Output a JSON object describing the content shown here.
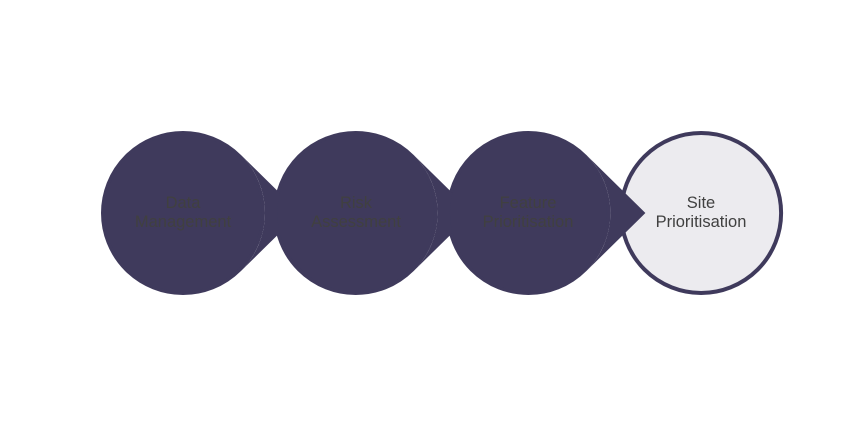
{
  "diagram": {
    "type": "process-flow",
    "colors": {
      "ring": "#3f3a5c",
      "fill": "#ecebef",
      "text": "#404040",
      "background": "#ffffff"
    },
    "steps": [
      {
        "line1": "Data",
        "line2": "Management",
        "has_arrow": true
      },
      {
        "line1": "Risk",
        "line2": "Assessment",
        "has_arrow": true
      },
      {
        "line1": "Feature",
        "line2": "Prioritisation",
        "has_arrow": true
      },
      {
        "line1": "Site",
        "line2": "Prioritisation",
        "has_arrow": false
      }
    ],
    "arrow_icon": "triangle-right-icon"
  }
}
